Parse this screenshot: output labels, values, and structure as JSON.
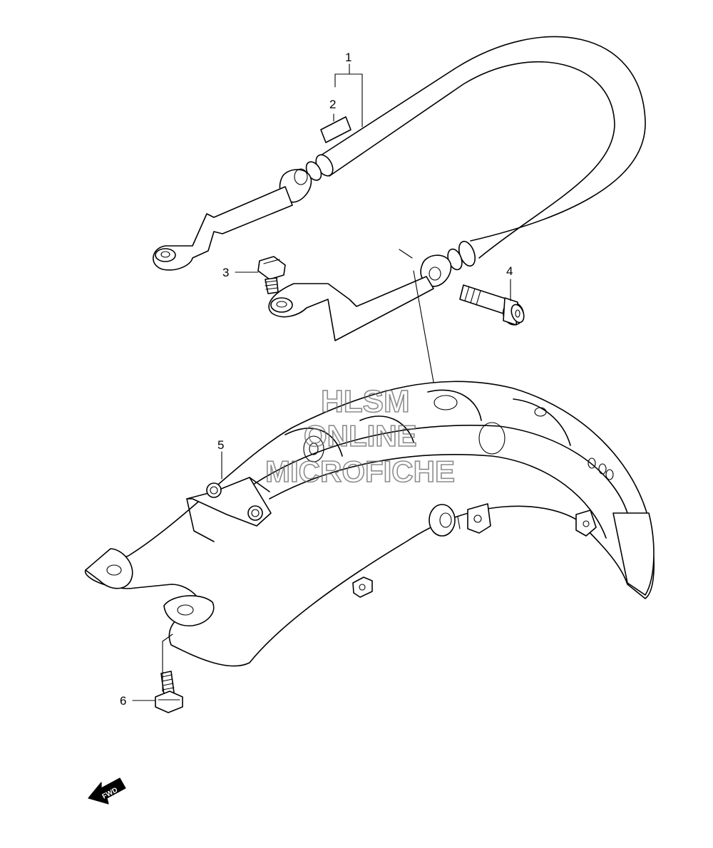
{
  "callouts": {
    "c1": "1",
    "c2": "2",
    "c3": "3",
    "c4": "4",
    "c5": "5",
    "c6": "6"
  },
  "watermark": {
    "line1": "HLSM",
    "line2": "ONLINE",
    "line3": "MICROFICHE"
  },
  "direction": {
    "label": "FWD",
    "icon": "fwd-arrow-icon"
  },
  "colors": {
    "line": "#000000",
    "background": "#ffffff",
    "watermark": "#666666"
  }
}
